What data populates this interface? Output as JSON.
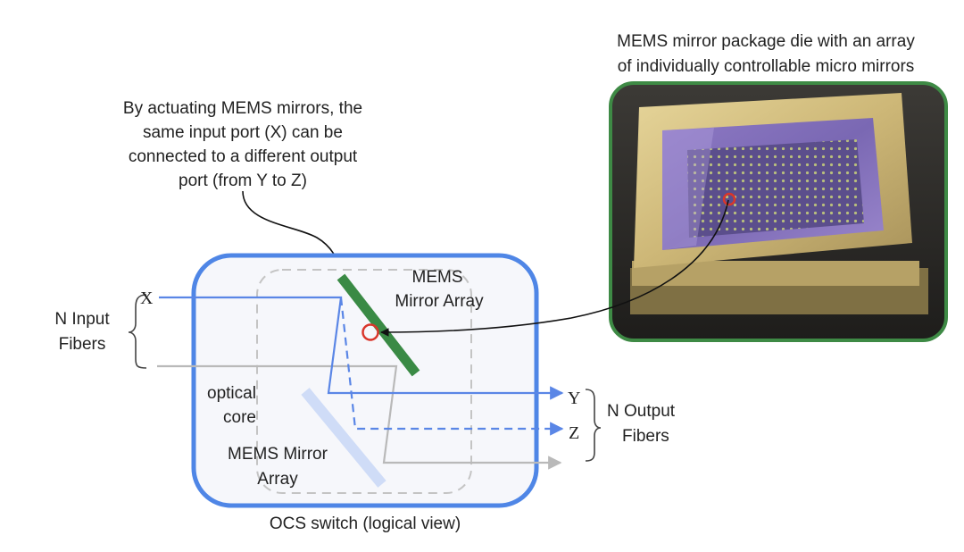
{
  "annotation": {
    "lines": [
      "By actuating MEMS mirrors, the",
      "same input port (X) can be",
      "connected to a different output",
      "port (from Y to Z)"
    ]
  },
  "photo_caption": {
    "lines": [
      "MEMS mirror package die with an array",
      "of individually controllable micro mirrors"
    ]
  },
  "switch_title": "OCS switch (logical view)",
  "mirror_array_top": {
    "line1": "MEMS",
    "line2": "Mirror Array"
  },
  "mirror_array_bottom": {
    "line1": "MEMS Mirror",
    "line2": "Array"
  },
  "optical_core": {
    "line1": "optical",
    "line2": "core"
  },
  "input_fibers": {
    "line1": "N Input",
    "line2": "Fibers"
  },
  "output_fibers": {
    "line1": "N Output",
    "line2": "Fibers"
  },
  "ports": {
    "x": "X",
    "y": "Y",
    "z": "Z"
  },
  "colors": {
    "switch_border": "#4f86e6",
    "switch_fill": "#f6f7fb",
    "beam_blue": "#5a86e6",
    "beam_gray": "#b9b9b9",
    "mirror_green": "#3a8a45",
    "mirror_light": "#cfdcf7",
    "highlight_red": "#d9362b",
    "photo_frame": "#3e8a45"
  }
}
